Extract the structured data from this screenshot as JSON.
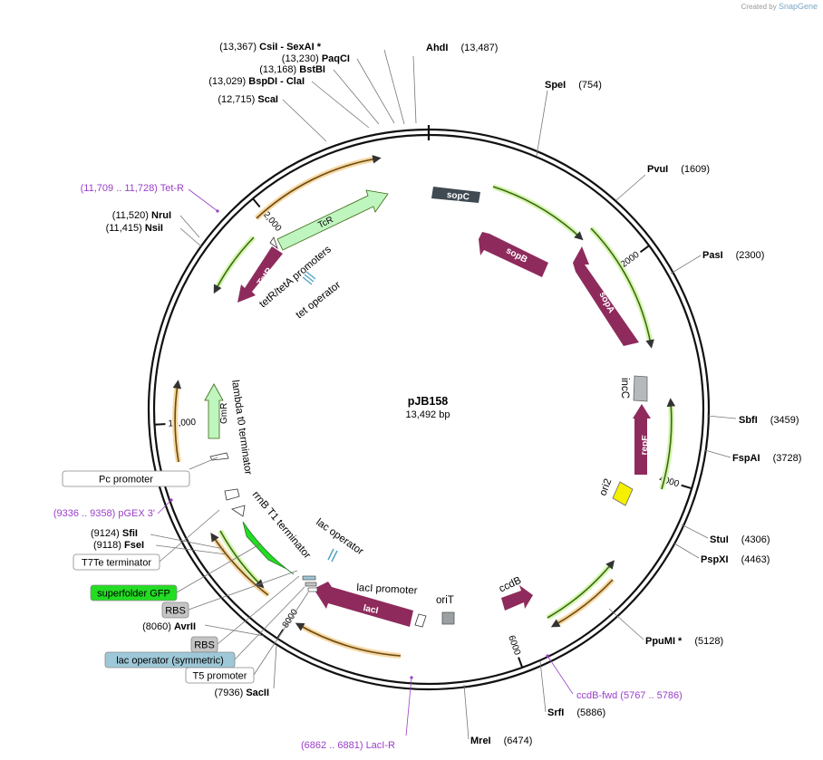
{
  "credit": {
    "prefix": "Created by",
    "brand": "SnapGene"
  },
  "plasmid": {
    "name": "pJB158",
    "length_label": "13,492 bp",
    "length": 13492
  },
  "ticks": [
    {
      "bp": 2000,
      "label": "2000"
    },
    {
      "bp": 4000,
      "label": "4000"
    },
    {
      "bp": 6000,
      "label": "6000"
    },
    {
      "bp": 8000,
      "label": "8000"
    },
    {
      "bp": 10000,
      "label": "10,000"
    },
    {
      "bp": 12000,
      "label": "12,000"
    }
  ],
  "sites": [
    {
      "name": "AhdI",
      "pos": "(13,487)",
      "bp": 13487
    },
    {
      "name": "SpeI",
      "pos": "(754)",
      "bp": 754
    },
    {
      "name": "PvuI",
      "pos": "(1609)",
      "bp": 1609
    },
    {
      "name": "PasI",
      "pos": "(2300)",
      "bp": 2300
    },
    {
      "name": "SbfI",
      "pos": "(3459)",
      "bp": 3459
    },
    {
      "name": "FspAI",
      "pos": "(3728)",
      "bp": 3728
    },
    {
      "name": "StuI",
      "pos": "(4306)",
      "bp": 4306
    },
    {
      "name": "PspXI",
      "pos": "(4463)",
      "bp": 4463
    },
    {
      "name": "PpuMI *",
      "pos": "(5128)",
      "bp": 5128
    },
    {
      "name": "SrfI",
      "pos": "(5886)",
      "bp": 5886
    },
    {
      "name": "MreI",
      "pos": "(6474)",
      "bp": 6474
    },
    {
      "name": "SacII",
      "pos": "(7936)",
      "bp": 7936
    },
    {
      "name": "AvrII",
      "pos": "(8060)",
      "bp": 8060
    },
    {
      "name": "FseI",
      "pos": "(9118)",
      "bp": 9118
    },
    {
      "name": "SfiI",
      "pos": "(9124)",
      "bp": 9124
    },
    {
      "name": "NsiI",
      "pos": "(11,415)",
      "bp": 11415
    },
    {
      "name": "NruI",
      "pos": "(11,520)",
      "bp": 11520
    },
    {
      "name": "ScaI",
      "pos": "(12,715)",
      "bp": 12715
    },
    {
      "name": "BspDI - ClaI",
      "pos": "(13,029)",
      "bp": 13029
    },
    {
      "name": "BstBI",
      "pos": "(13,168)",
      "bp": 13168
    },
    {
      "name": "PaqCI",
      "pos": "(13,230)",
      "bp": 13230
    },
    {
      "name": "CsiI - SexAI *",
      "pos": "(13,367)",
      "bp": 13367
    }
  ],
  "primers": [
    {
      "label": "(11,709 .. 11,728)  Tet-R"
    },
    {
      "label": "(9336 .. 9358)  pGEX 3'"
    },
    {
      "label": "ccdB-fwd    (5767 .. 5786)"
    },
    {
      "label": "(6862 .. 6881)  LacI-R"
    }
  ],
  "boxed_features": [
    {
      "label": "Pc promoter",
      "fill": "#ffffff"
    },
    {
      "label": "T7Te terminator",
      "fill": "#ffffff"
    },
    {
      "label": "superfolder GFP",
      "fill": "#22dd22"
    },
    {
      "label": "RBS",
      "fill": "#c4c4c4"
    },
    {
      "label": "RBS",
      "fill": "#c4c4c4"
    },
    {
      "label": "lac operator (symmetric)",
      "fill": "#9ec8d8"
    },
    {
      "label": "T5 promoter",
      "fill": "#ffffff"
    }
  ],
  "features": [
    {
      "name": "sopC",
      "color": "#3f4a52"
    },
    {
      "name": "sopB",
      "color": "#8e2b5c"
    },
    {
      "name": "sopA",
      "color": "#8e2b5c"
    },
    {
      "name": "incC",
      "color": "#b5b9bd"
    },
    {
      "name": "repE",
      "color": "#8e2b5c"
    },
    {
      "name": "ori2",
      "color": "#f5f000"
    },
    {
      "name": "ccdB",
      "color": "#8e2b5c"
    },
    {
      "name": "oriT",
      "color": "#9aa0a4"
    },
    {
      "name": "lacI",
      "color": "#8e2b5c"
    },
    {
      "name": "lacI promoter",
      "color": "#ffffff"
    },
    {
      "name": "lac operator",
      "color": "#4aa0c0"
    },
    {
      "name": "rrnB T1 terminator",
      "color": "#ffffff"
    },
    {
      "name": "lambda t0 terminator",
      "color": "#ffffff"
    },
    {
      "name": "GmR",
      "color": "#bff5bf"
    },
    {
      "name": "TcR",
      "color": "#bff5bf"
    },
    {
      "name": "TetR",
      "color": "#8e2b5c"
    },
    {
      "name": "tetR/tetA promoters",
      "color": "#ffffff"
    },
    {
      "name": "tet operator",
      "color": "#4aa0c0"
    }
  ],
  "colors": {
    "orf_orange": "#e89a2a",
    "orf_green": "#7ed321",
    "primer": "#9a3ec9"
  }
}
